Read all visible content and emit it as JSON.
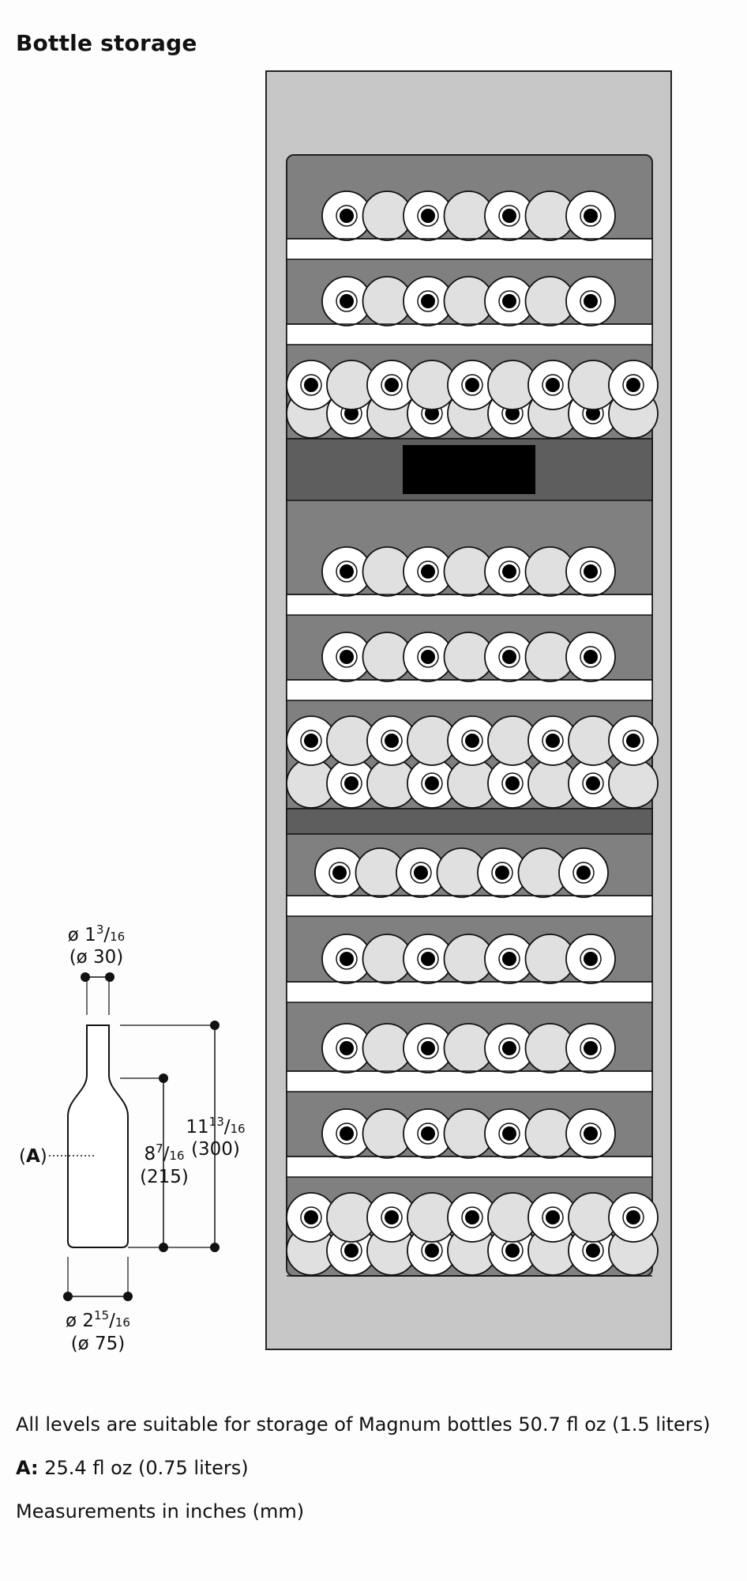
{
  "title": "Bottle storage",
  "cabinet": {
    "colors": {
      "frame": "#c7c7c7",
      "interior": "#808080",
      "shelf": "#ffffff",
      "divider": "#5e5e5e",
      "display": "#000000",
      "bottle_base": "#e0e0e0",
      "bottle_neck": "#ffffff"
    },
    "zones": [
      {
        "kind": "single",
        "count": 7
      },
      {
        "kind": "single",
        "count": 7
      },
      {
        "kind": "double",
        "count": 9
      },
      {
        "kind": "display"
      },
      {
        "kind": "single",
        "count": 7
      },
      {
        "kind": "single",
        "count": 7
      },
      {
        "kind": "double",
        "count": 9
      },
      {
        "kind": "divider"
      },
      {
        "kind": "single",
        "count": 7
      },
      {
        "kind": "single",
        "count": 7
      },
      {
        "kind": "single",
        "count": 7
      },
      {
        "kind": "single",
        "count": 7
      },
      {
        "kind": "double",
        "count": 9
      }
    ]
  },
  "bottle": {
    "neck_diameter": {
      "inch_whole": "ø 1",
      "inch_num": "3",
      "inch_den": "16",
      "mm": "(ø 30)"
    },
    "base_diameter": {
      "inch_whole": "ø 2",
      "inch_num": "15",
      "inch_den": "16",
      "mm": "(ø 75)"
    },
    "shoulder_height": {
      "inch_whole": "8",
      "inch_num": "7",
      "inch_den": "16",
      "mm": "(215)"
    },
    "total_height": {
      "inch_whole": "11",
      "inch_num": "13",
      "inch_den": "16",
      "mm": "(300)"
    },
    "label_open": "(",
    "label_letter": "A",
    "label_close": ")"
  },
  "notes": {
    "magnum": "All levels are suitable for storage of Magnum bottles 50.7 fl oz (1.5 liters)",
    "a_label": "A:",
    "a_value": "25.4 fl oz (0.75 liters)",
    "units": "Measurements in inches (mm)"
  }
}
